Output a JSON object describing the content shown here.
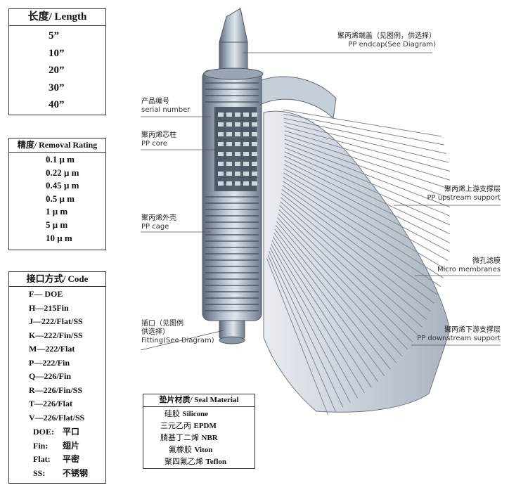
{
  "length_box": {
    "header": "长度/ Length",
    "items": [
      "5”",
      "10”",
      "20”",
      "30”",
      "40”"
    ]
  },
  "rating_box": {
    "header": "精度/ Removal Rating",
    "items": [
      "0.1 μ m",
      "0.22 μ m",
      "0.45 μ m",
      "0.5 μ m",
      "1 μ m",
      "5 μ m",
      "10 μ m"
    ]
  },
  "code_box": {
    "header": "接口方式/ Code",
    "codes": [
      "F— DOE",
      "H—215Fin",
      "J—222/Flat/SS",
      "K—222/Fin/SS",
      "M—222/Flat",
      "P—222/Fin",
      "Q—226/Fin",
      "R—226/Fin/SS",
      "T—226/Flat",
      "V—226/Flat/SS"
    ],
    "legend": [
      {
        "abbr": "DOE:",
        "meaning": "平口"
      },
      {
        "abbr": "Fin:",
        "meaning": "翅片"
      },
      {
        "abbr": "Flat:",
        "meaning": "平密"
      },
      {
        "abbr": "SS:",
        "meaning": "不锈钢"
      }
    ]
  },
  "seal_box": {
    "header": "垫片材质/ Seal Material",
    "items": [
      {
        "zh": "硅胶",
        "en": "Silicone"
      },
      {
        "zh": "三元乙丙",
        "en": "EPDM"
      },
      {
        "zh": "腈基丁二烯",
        "en": "NBR"
      },
      {
        "zh": "氟橡胶",
        "en": "Viton"
      },
      {
        "zh": "聚四氟乙烯",
        "en": "Teflon"
      }
    ]
  },
  "callouts": {
    "endcap": {
      "zh": "聚丙烯端盖（见图例，供选择）",
      "en": "PP endcap(See Diagram)"
    },
    "serial": {
      "zh": "产品编号",
      "en": "serial number"
    },
    "core": {
      "zh": "聚丙烯芯柱",
      "en": "PP core"
    },
    "cage": {
      "zh": "聚丙烯外壳",
      "en": "PP cage"
    },
    "fitting": {
      "zh1": "插口（见图例",
      "zh2": "供选择）",
      "en": "Fitting(See Diagram)"
    },
    "upstream": {
      "zh": "聚丙烯上游支撑层",
      "en": "PP upstream support"
    },
    "membrane": {
      "zh": "微孔滤膜",
      "en": "Micro membranes"
    },
    "downstream": {
      "zh": "聚丙烯下游支撑层",
      "en": "PP downstream support"
    }
  }
}
